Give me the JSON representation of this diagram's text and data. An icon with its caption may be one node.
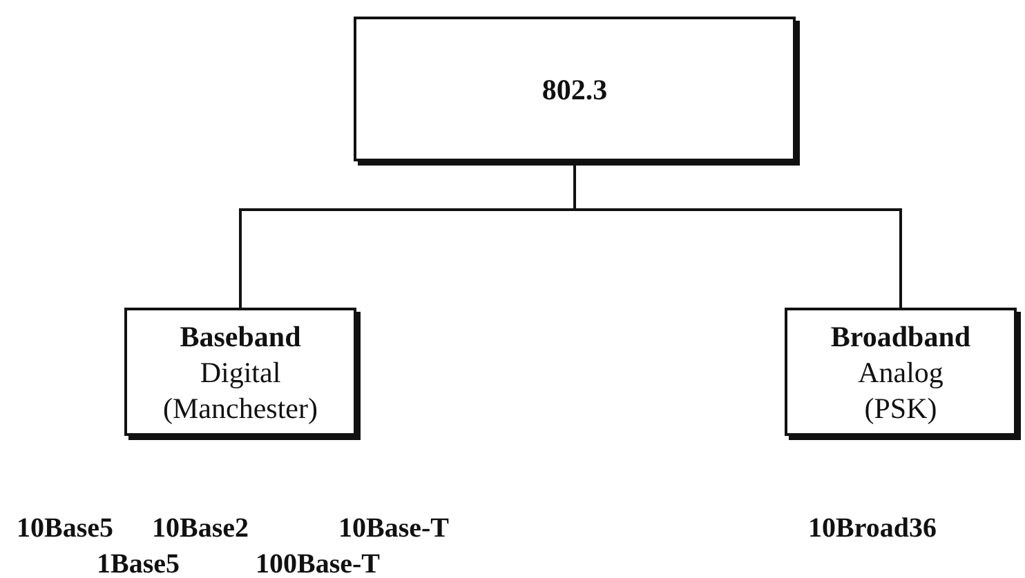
{
  "diagram": {
    "nodes": [
      {
        "text": [
          "802.3"
        ]
      },
      {
        "text": [
          "Baseband",
          "Digital (Manchester)"
        ],
        "beside": [
          "10Base5",
          "10Base2",
          "10Base-T",
          "1Base5",
          "100Base-T"
        ]
      },
      {
        "text": [
          "Broadband",
          "Analog (PSK)"
        ],
        "beside": [
          "10Broad36"
        ]
      }
    ],
    "edges": [
      {
        "from": 0,
        "to": 1,
        "arrow": "none"
      },
      {
        "from": 0,
        "to": 2,
        "arrow": "none"
      }
    ]
  }
}
